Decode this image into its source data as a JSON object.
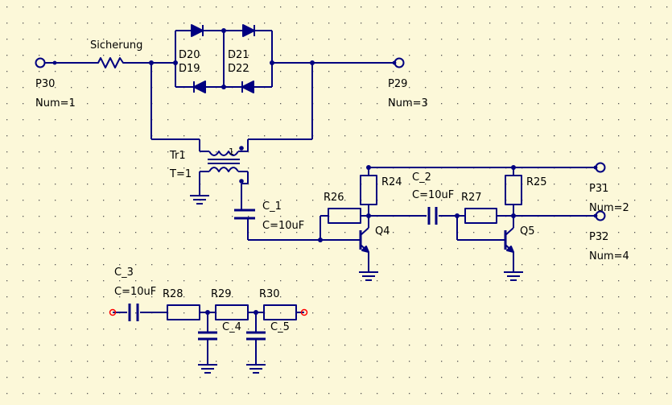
{
  "ports": {
    "p30": {
      "name": "P30",
      "num": "Num=1"
    },
    "p29": {
      "name": "P29",
      "num": "Num=3"
    },
    "p31": {
      "name": "P31",
      "num": "Num=2"
    },
    "p32": {
      "name": "P32",
      "num": "Num=4"
    }
  },
  "fuse": {
    "label": "Sicherung"
  },
  "diodes": {
    "d20": "D20",
    "d19": "D19",
    "d21": "D21",
    "d22": "D22"
  },
  "transformer": {
    "name": "Tr1",
    "ratio": "T=1",
    "dot_mark": "1"
  },
  "capacitors": {
    "c1": {
      "name": "C_1",
      "value": "C=10uF"
    },
    "c2": {
      "name": "C_2",
      "value": "C=10uF"
    },
    "c3": {
      "name": "C_3",
      "value": "C=10uF"
    },
    "c4": {
      "name": "C_4"
    },
    "c5": {
      "name": "C_5"
    }
  },
  "resistors": {
    "r24": "R24",
    "r25": "R25",
    "r26": "R26",
    "r27": "R27",
    "r28": "R28",
    "r29": "R29",
    "r30": "R30"
  },
  "transistors": {
    "q4": "Q4",
    "q5": "Q5"
  },
  "colors": {
    "background": "#fcf8d9",
    "grid_dot": "#555555",
    "wire": "#000080",
    "component": "#000080",
    "label": "#000000",
    "open_node": "#ff0000"
  }
}
